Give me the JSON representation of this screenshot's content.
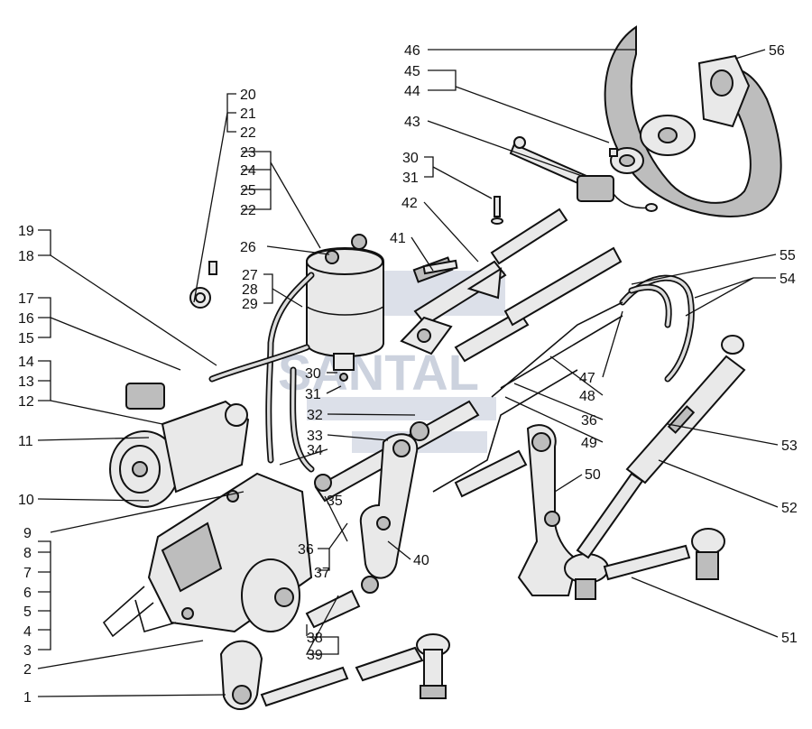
{
  "watermark": {
    "text": "SANTAL",
    "color": "#8f9db8"
  },
  "labels": {
    "n1": "1",
    "n2": "2",
    "n3": "3",
    "n4": "4",
    "n5": "5",
    "n6": "6",
    "n7": "7",
    "n8": "8",
    "n9": "9",
    "n10": "10",
    "n11": "11",
    "n12": "12",
    "n13": "13",
    "n14": "14",
    "n15": "15",
    "n16": "16",
    "n17": "17",
    "n18": "18",
    "n19": "19",
    "n20": "20",
    "n21": "21",
    "n22a": "22",
    "n22b": "22",
    "n23": "23",
    "n24": "24",
    "n25": "25",
    "n26": "26",
    "n27": "27",
    "n28": "28",
    "n29": "29",
    "n30a": "30",
    "n30b": "30",
    "n31a": "31",
    "n31b": "31",
    "n32": "32",
    "n33": "33",
    "n34": "34",
    "n35": "35",
    "n36a": "36",
    "n36b": "36",
    "n37": "37",
    "n38": "38",
    "n39": "39",
    "n40": "40",
    "n41": "41",
    "n42": "42",
    "n43": "43",
    "n44": "44",
    "n45": "45",
    "n46": "46",
    "n47": "47",
    "n48": "48",
    "n49": "49",
    "n50": "50",
    "n51": "51",
    "n52": "52",
    "n53": "53",
    "n54": "54",
    "n55": "55",
    "n56": "56"
  }
}
